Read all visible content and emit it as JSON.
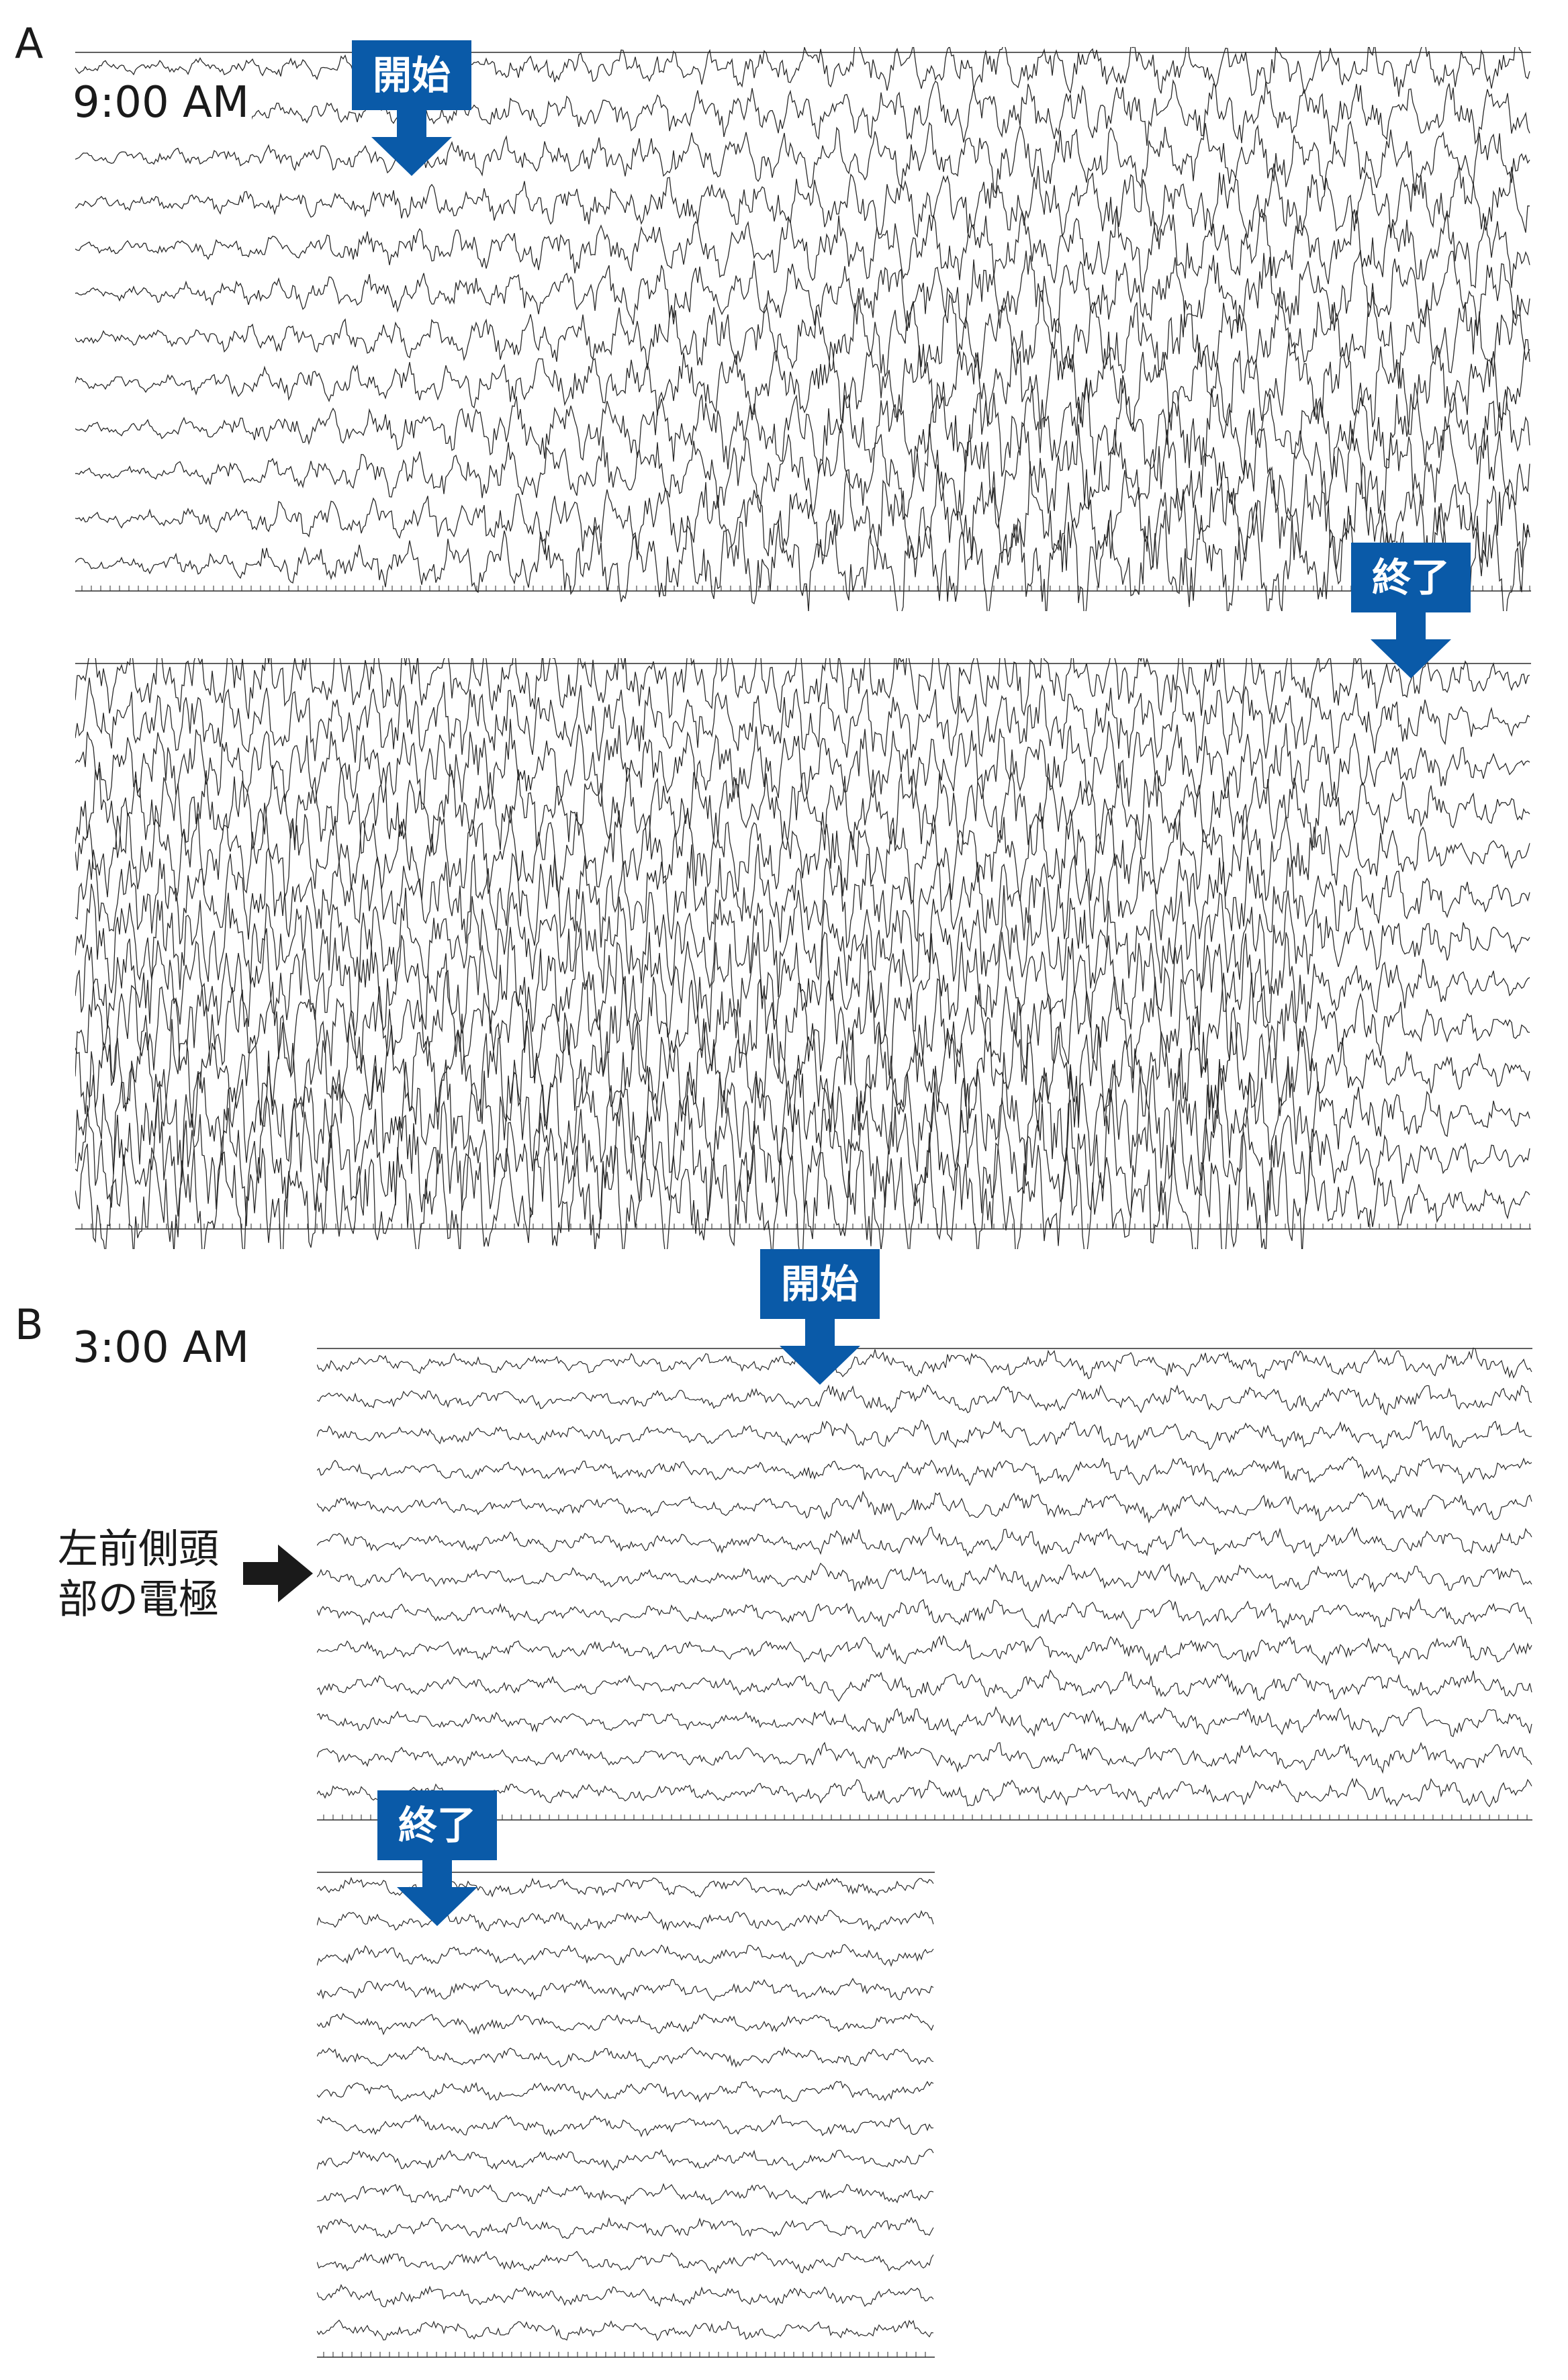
{
  "panels": {
    "a": {
      "letter": "A",
      "time": "9:00 AM",
      "start_label": "開始",
      "end_label": "終了"
    },
    "b": {
      "letter": "B",
      "time": "3:00 AM",
      "start_label": "開始",
      "end_label": "終了",
      "electrode_label_line1": "左前側頭",
      "electrode_label_line2": "部の電極"
    }
  },
  "colors": {
    "callout_blue": "#0a5aa8",
    "trace": "#2a2a2a",
    "pointer_arrow": "#1a1a1a"
  },
  "icons": {
    "callout_arrow": "arrow-down-icon",
    "electrode_pointer": "arrow-right-icon"
  }
}
